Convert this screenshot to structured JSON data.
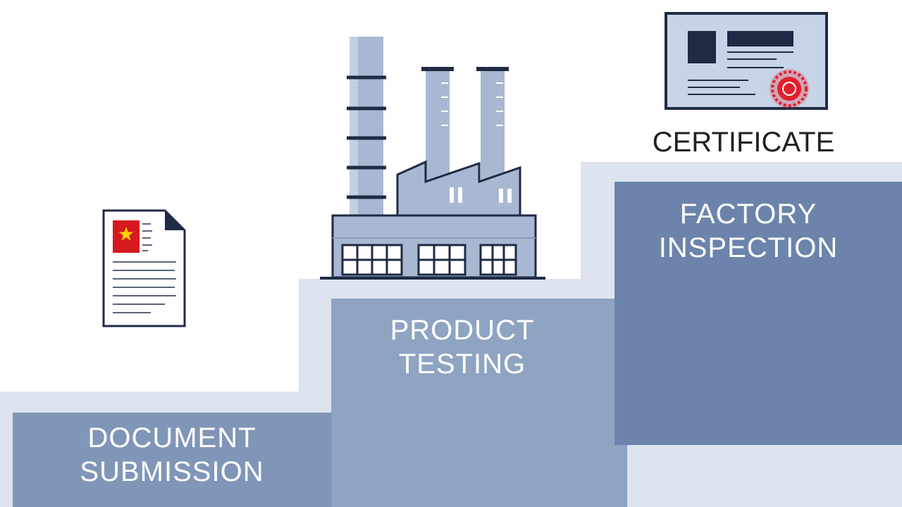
{
  "steps": [
    {
      "line1": "DOCUMENT",
      "line2": "SUBMISSION"
    },
    {
      "line1": "PRODUCT",
      "line2": "TESTING"
    },
    {
      "line1": "FACTORY",
      "line2": "INSPECTION"
    }
  ],
  "certificate": {
    "label": "CERTIFICATE"
  },
  "icons": {
    "document": "document-with-flag-icon",
    "factory": "factory-icon",
    "certificate": "certificate-with-seal-icon"
  },
  "colors": {
    "step1": "#8096b8",
    "step2": "#8ea4c2",
    "step3": "#6c84ab",
    "backdrop": "#dde4ef",
    "flag_red": "#d6191e",
    "flag_star": "#ffd200",
    "seal_red": "#e2202a",
    "outline": "#1f2a44"
  }
}
